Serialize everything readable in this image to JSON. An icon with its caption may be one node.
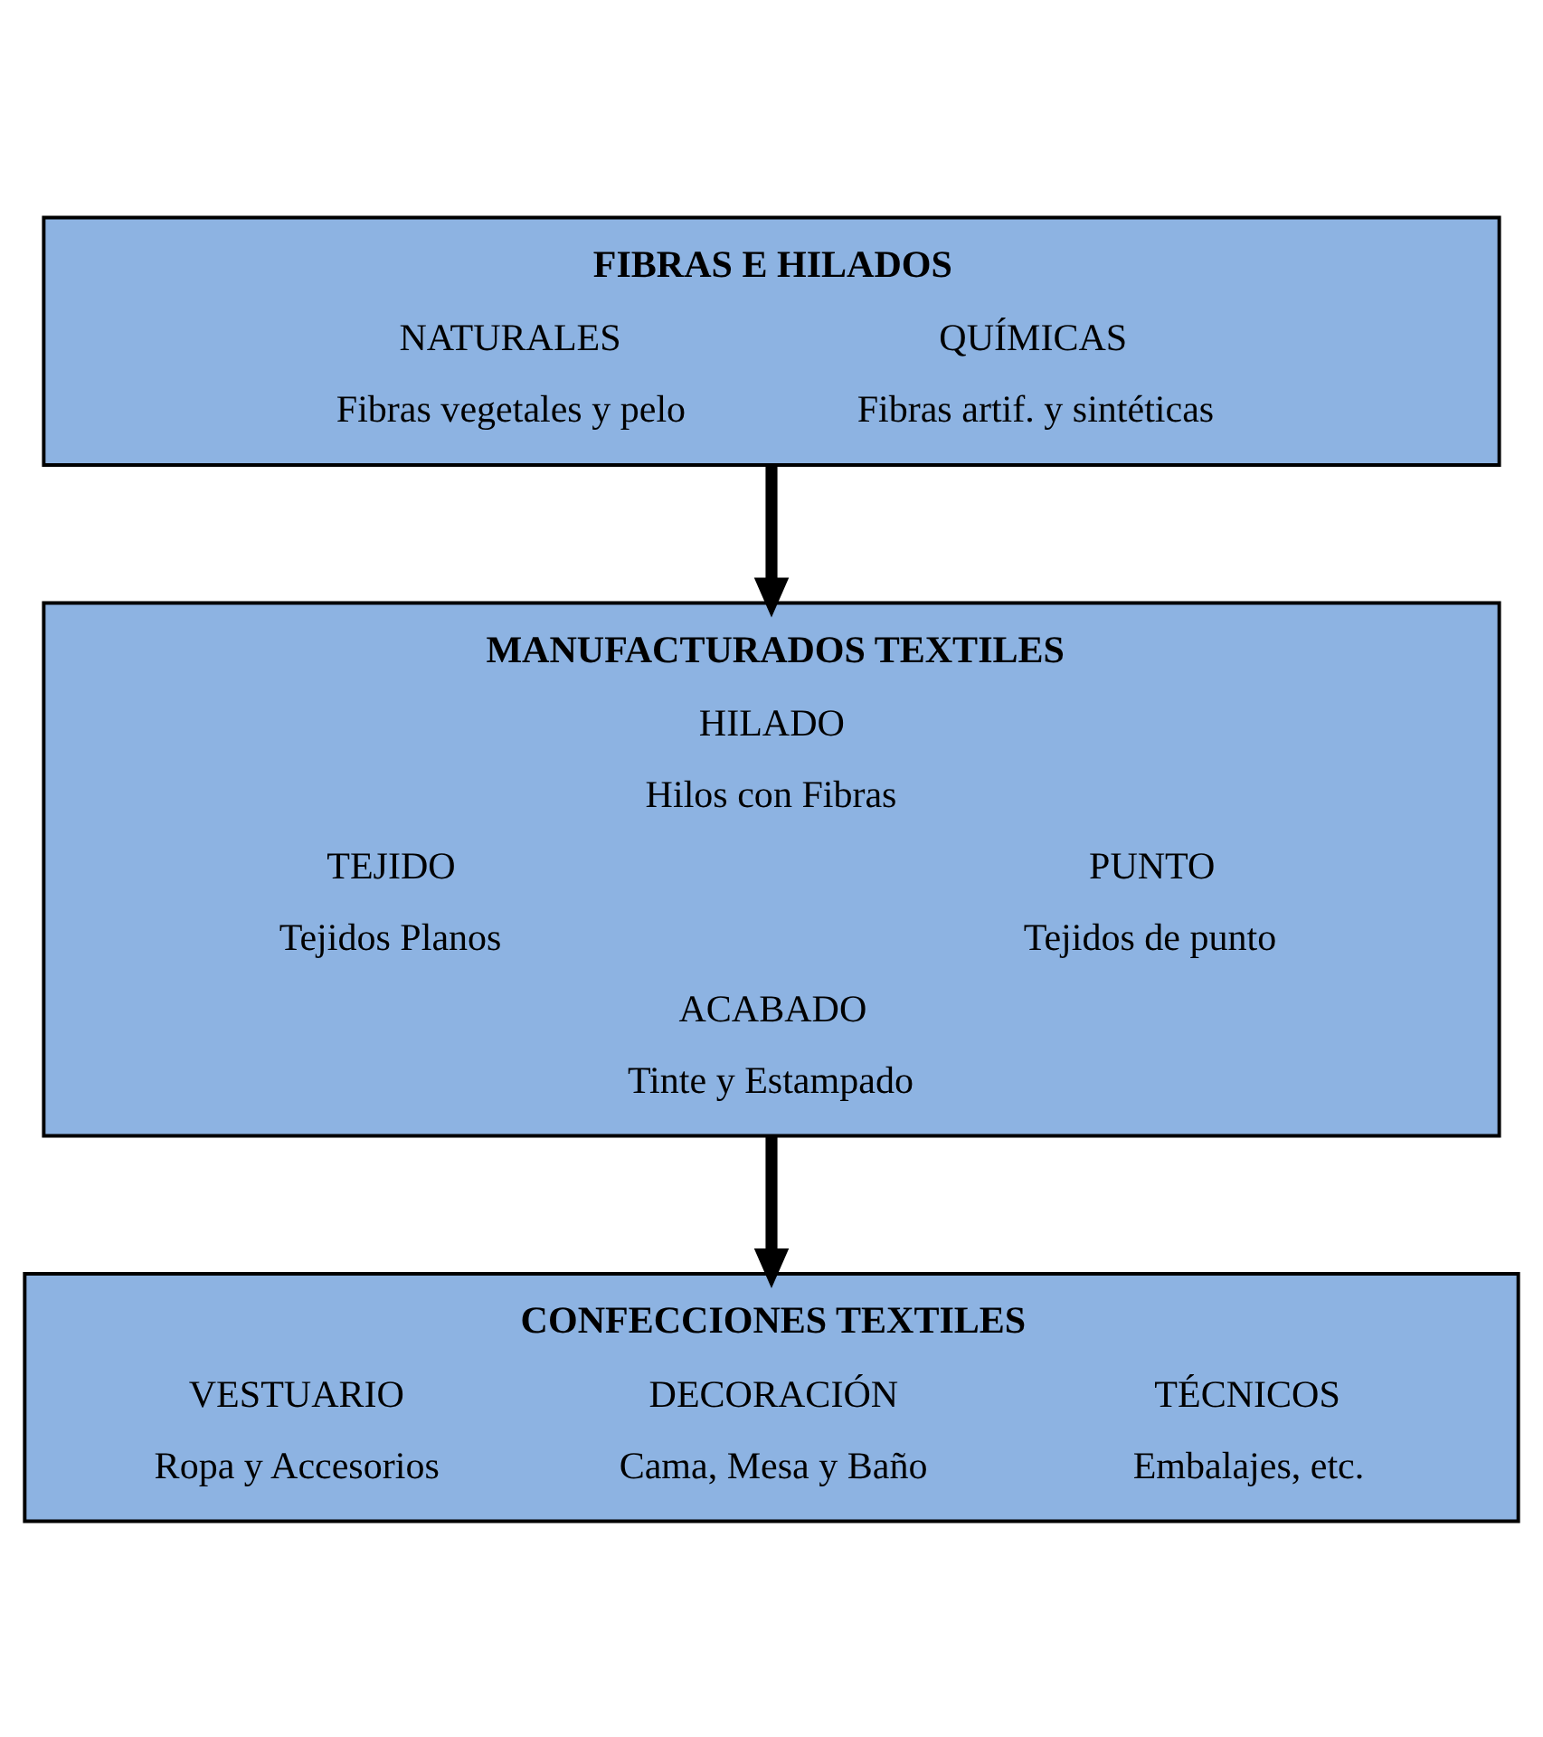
{
  "diagram": {
    "nodes": [
      {
        "text": [
          "FIBRAS E HILADOS",
          "NATURALES",
          "Fibras vegetales y pelo",
          "QUÍMICAS",
          "Fibras artif. y sintéticas"
        ]
      },
      {
        "text": [
          "MANUFACTURADOS TEXTILES",
          "HILADO",
          "Hilos con Fibras",
          "TEJIDO",
          "Tejidos Planos",
          "PUNTO",
          "Tejidos de punto",
          "ACABADO",
          "Tinte y Estampado"
        ]
      },
      {
        "text": [
          "CONFECCIONES TEXTILES",
          "VESTUARIO",
          "Ropa y Accesorios",
          "DECORACIÓN",
          "Cama, Mesa y Baño",
          "TÉCNICOS",
          "Embalajes, etc."
        ]
      }
    ],
    "edges": [
      {
        "from": 0,
        "to": 1,
        "arrow": "to"
      },
      {
        "from": 1,
        "to": 2,
        "arrow": "to"
      }
    ]
  }
}
